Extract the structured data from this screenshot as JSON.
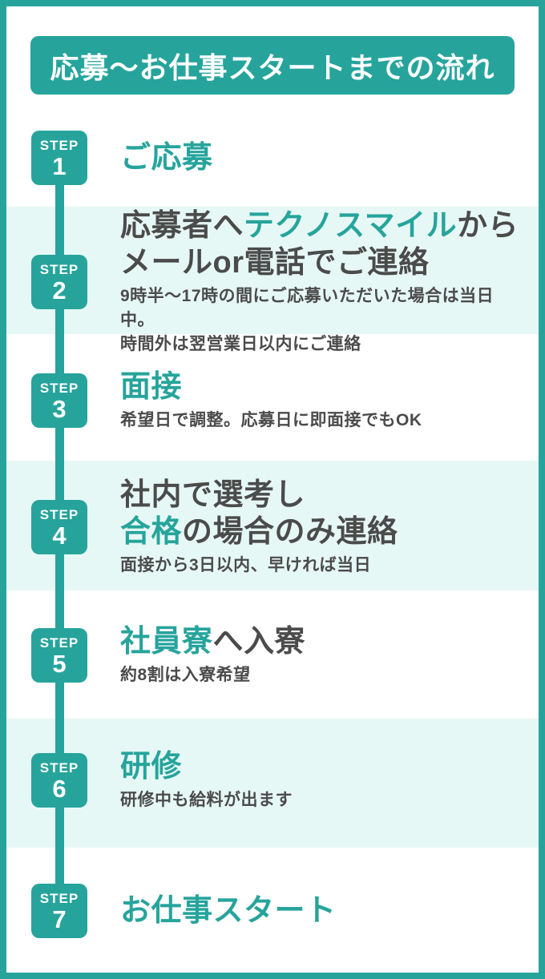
{
  "header": {
    "title": "応募〜お仕事スタートまでの流れ"
  },
  "colors": {
    "accent_teal": "#26a49c",
    "band_cyan": "#e6f8f5",
    "text_dark": "#4b4b4b",
    "badge_text": "#ffffff"
  },
  "steps": [
    {
      "badge": {
        "label": "STEP",
        "number": "1"
      },
      "title": [
        {
          "text": "ご応募",
          "accent": true
        }
      ],
      "subtitle": []
    },
    {
      "badge": {
        "label": "STEP",
        "number": "2"
      },
      "title": [
        {
          "text": "応募者へ",
          "accent": false
        },
        {
          "text": "テクノスマイル",
          "accent": true
        },
        {
          "text": "から",
          "accent": false
        },
        {
          "br": true
        },
        {
          "text": "メールor電話でご連絡",
          "accent": false
        }
      ],
      "subtitle": [
        "9時半〜17時の間にご応募いただいた場合は当日中。",
        "時間外は翌営業日以内にご連絡"
      ]
    },
    {
      "badge": {
        "label": "STEP",
        "number": "3"
      },
      "title": [
        {
          "text": "面接",
          "accent": true
        }
      ],
      "subtitle": [
        "希望日で調整。応募日に即面接でもOK"
      ]
    },
    {
      "badge": {
        "label": "STEP",
        "number": "4"
      },
      "title": [
        {
          "text": "社内で選考し",
          "accent": false
        },
        {
          "br": true
        },
        {
          "text": "合格",
          "accent": true
        },
        {
          "text": "の場合のみ連絡",
          "accent": false
        }
      ],
      "subtitle": [
        "面接から3日以内、早ければ当日"
      ]
    },
    {
      "badge": {
        "label": "STEP",
        "number": "5"
      },
      "title": [
        {
          "text": "社員寮",
          "accent": true
        },
        {
          "text": "へ入寮",
          "accent": false
        }
      ],
      "subtitle": [
        "約8割は入寮希望"
      ]
    },
    {
      "badge": {
        "label": "STEP",
        "number": "6"
      },
      "title": [
        {
          "text": "研修",
          "accent": true
        }
      ],
      "subtitle": [
        "研修中も給料が出ます"
      ]
    },
    {
      "badge": {
        "label": "STEP",
        "number": "7"
      },
      "title": [
        {
          "text": "お仕事スタート",
          "accent": true
        }
      ],
      "subtitle": []
    }
  ]
}
